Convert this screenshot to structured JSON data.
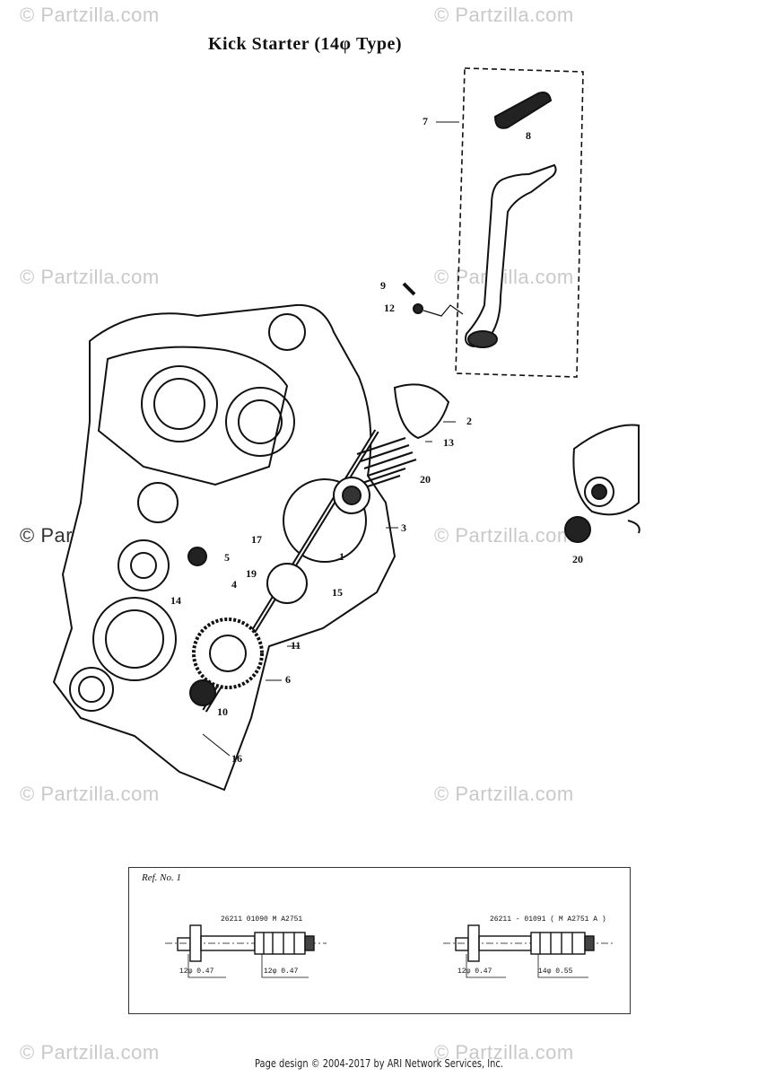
{
  "watermarks": {
    "w1": "© Partzilla.com",
    "w2": "© Partzilla.com",
    "w3": "© Partzilla.com",
    "w4": "© Partzilla.com",
    "w5": "© Partzilla.com",
    "w6": "© Partzilla.com",
    "w7": "© Partzilla.com",
    "w8": "© Partzilla.com",
    "w9": "© Partzilla.com",
    "w10": "© Partzilla.com"
  },
  "title": "Kick Starter (14φ Type)",
  "callouts": {
    "c7": "7",
    "c8": "8",
    "c9": "9",
    "c12": "12",
    "c2": "2",
    "c13": "13",
    "c20a": "20",
    "c3": "3",
    "c1": "1",
    "c15": "15",
    "c17": "17",
    "c5": "5",
    "c19": "19",
    "c4": "4",
    "c14": "14",
    "c11": "11",
    "c6": "6",
    "c10": "10",
    "c16": "16",
    "c20b": "20"
  },
  "inset": {
    "ref": "Ref. No. 1",
    "left_part": "26211   01090   M A2751",
    "right_part": "26211 - 01091  ( M A2751 A )",
    "left_dim1": "12φ 0.47",
    "left_dim2": "12φ 0.47",
    "right_dim1": "12φ 0.47",
    "right_dim2": "14φ 0.55"
  },
  "footer": "Page design © 2004-2017 by ARI Network Services, Inc."
}
